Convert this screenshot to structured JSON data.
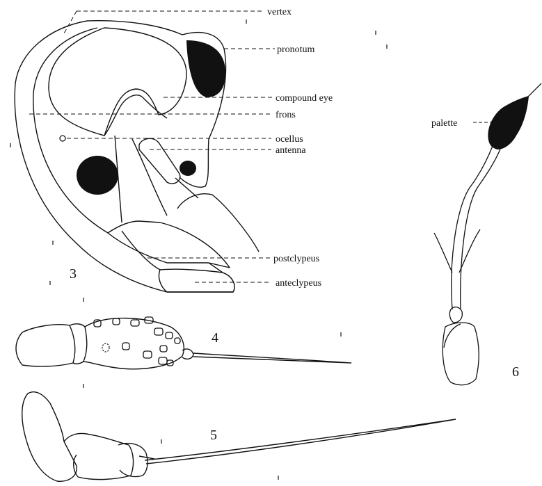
{
  "figure_3": {
    "number": "3",
    "labels": {
      "vertex": "vertex",
      "pronotum": "pronotum",
      "compound_eye": "compound eye",
      "frons": "frons",
      "ocellus": "ocellus",
      "antenna": "antenna",
      "postclypeus": "postclypeus",
      "anteclypeus": "anteclypeus"
    }
  },
  "figure_4": {
    "number": "4"
  },
  "figure_5": {
    "number": "5"
  },
  "figure_6": {
    "number": "6",
    "labels": {
      "palette": "palette"
    }
  },
  "colors": {
    "ink": "#111111",
    "background": "#ffffff"
  }
}
